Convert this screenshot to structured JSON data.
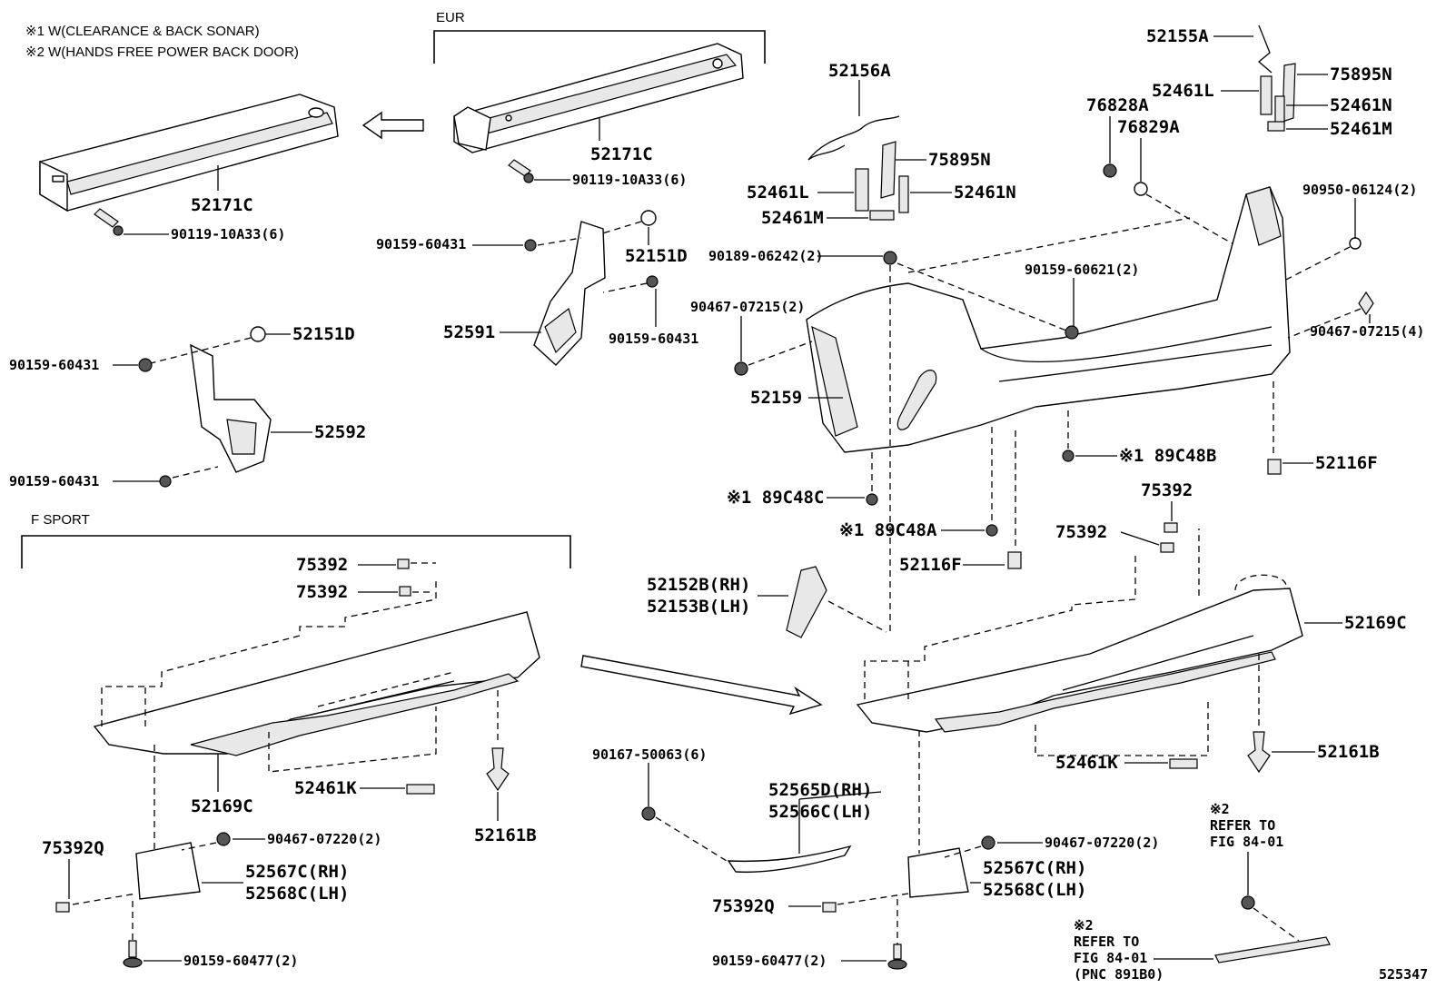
{
  "notes": {
    "n1": "※1 W(CLEARANCE & BACK SONAR)",
    "n2": "※2 W(HANDS FREE POWER BACK DOOR)"
  },
  "groups": {
    "eur": "EUR",
    "fsport": "F SPORT"
  },
  "labels": {
    "p52155A": "52155A",
    "p75895N_top": "75895N",
    "p52461L_top": "52461L",
    "p52461N_top": "52461N",
    "p52461M_top": "52461M",
    "p76828A": "76828A",
    "p76829A": "76829A",
    "p52156A": "52156A",
    "p75895N_mid": "75895N",
    "p52461L_mid": "52461L",
    "p52461N_mid": "52461N",
    "p52461M_mid": "52461M",
    "p90950": "90950-06124(2)",
    "p52171C_eur": "52171C",
    "p90119_eur": "90119-10A33(6)",
    "p52171C": "52171C",
    "p90119": "90119-10A33(6)",
    "p90159_60431_a": "90159-60431",
    "p52151D_a": "52151D",
    "p90159_60431_b": "90159-60431",
    "p52591": "52591",
    "p90189": "90189-06242(2)",
    "p90159_60621": "90159-60621(2)",
    "p90467_07215_l": "90467-07215(2)",
    "p90467_07215_r": "90467-07215(4)",
    "p52159": "52159",
    "p90159_60431_c": "90159-60431",
    "p52151D_b": "52151D",
    "p52592": "52592",
    "p90159_60431_d": "90159-60431",
    "p89C48B": "※1 89C48B",
    "p52116F_r": "52116F",
    "p89C48C": "※1 89C48C",
    "p89C48A": "※1 89C48A",
    "p52116F_c": "52116F",
    "p75392_r1": "75392",
    "p75392_r2": "75392",
    "p75392_f1": "75392",
    "p75392_f2": "75392",
    "p52152B": "52152B(RH)",
    "p52153B": "52153B(LH)",
    "p52169C_r": "52169C",
    "p52169C_f": "52169C",
    "p52461K_f": "52461K",
    "p52461K_r": "52461K",
    "p52161B_f": "52161B",
    "p52161B_r": "52161B",
    "p90167": "90167-50063(6)",
    "p52565D": "52565D(RH)",
    "p52566C": "52566C(LH)",
    "p75392Q_f": "75392Q",
    "p90467_07220_f": "90467-07220(2)",
    "p52567C_f": "52567C(RH)",
    "p52568C_f": "52568C(LH)",
    "p90159_60477_f": "90159-60477(2)",
    "p90467_07220_r": "90467-07220(2)",
    "p52567C_r": "52567C(RH)",
    "p52568C_r": "52568C(LH)",
    "p75392Q_r": "75392Q",
    "p90159_60477_r": "90159-60477(2)",
    "ref1_mark": "※2",
    "ref1_l1": "REFER TO",
    "ref1_l2": "FIG 84-01",
    "ref2_mark": "※2",
    "ref2_l1": "REFER TO",
    "ref2_l2": "FIG 84-01",
    "ref2_l3": "(PNC 891B0)",
    "fig_no": "525347"
  }
}
